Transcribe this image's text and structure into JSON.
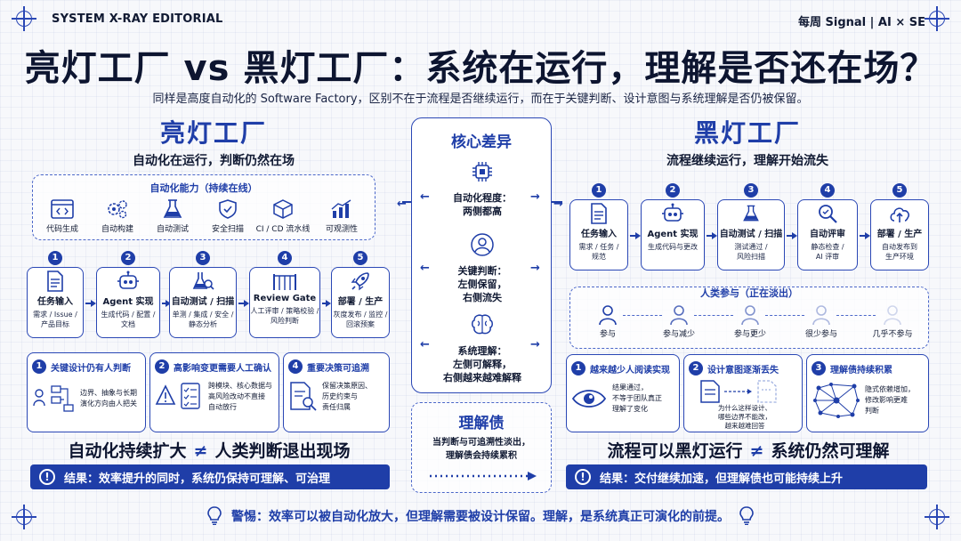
{
  "header": {
    "brand": "SYSTEM X-RAY EDITORIAL",
    "tagline": "每周 Signal | AI × SE",
    "title": "亮灯工厂 vs 黑灯工厂：系统在运行，理解是否还在场？",
    "subtitle": "同样是高度自动化的 Software Factory，区别不在于流程是否继续运行，而在于关键判断、设计意图与系统理解是否仍被保留。"
  },
  "left": {
    "title": "亮灯工厂",
    "subtitle": "自动化在运行，判断仍然在场",
    "capabilities_title": "自动化能力（持续在线）",
    "capabilities": [
      {
        "label": "代码生成",
        "icon": "code-window-icon"
      },
      {
        "label": "自动构建",
        "icon": "gears-icon"
      },
      {
        "label": "自动测试",
        "icon": "flask-icon"
      },
      {
        "label": "安全扫描",
        "icon": "shield-icon"
      },
      {
        "label": "CI / CD 流水线",
        "icon": "cube-icon"
      },
      {
        "label": "可观测性",
        "icon": "chart-icon"
      }
    ],
    "steps": [
      {
        "num": "1",
        "title": "任务输入",
        "desc": "需求 / Issue /\n产品目标",
        "icon": "document-icon"
      },
      {
        "num": "2",
        "title": "Agent 实现",
        "desc": "生成代码 / 配置 /\n文档",
        "icon": "robot-icon"
      },
      {
        "num": "3",
        "title": "自动测试 / 扫描",
        "desc": "单测 / 集成 / 安全 /\n静态分析",
        "icon": "flask-search-icon"
      },
      {
        "num": "4",
        "title": "Review Gate",
        "desc": "人工评审 / 策略校验 /\n风险判断",
        "icon": "gate-icon"
      },
      {
        "num": "5",
        "title": "部署 / 生产",
        "desc": "灰度发布 / 监控 /\n回滚预案",
        "icon": "rocket-icon"
      }
    ],
    "cards": [
      {
        "num": "1",
        "title": "关键设计仍有人判断",
        "body": "边界、抽象与长期\n演化方向由人把关",
        "icon": "flowchart-icon"
      },
      {
        "num": "2",
        "title": "高影响变更需要人工确认",
        "body": "跨模块、核心数据与\n高风险改动不直接\n自动放行",
        "icon": "warning-checklist-icon"
      },
      {
        "num": "4",
        "title": "重要决策可追溯",
        "body": "保留决策原因、\n历史约束与\n责任归属",
        "icon": "document-search-icon"
      }
    ],
    "statement_a": "自动化持续扩大",
    "neq": "≠",
    "statement_b": "人类判断退出现场",
    "result": "结果：效率提升的同时，系统仍保持可理解、可治理"
  },
  "center": {
    "title": "核心差异",
    "items": [
      {
        "label": "自动化程度：\n两侧都高",
        "icon": "chip-icon"
      },
      {
        "label": "关键判断：\n左侧保留，\n右侧流失",
        "icon": "person-icon"
      },
      {
        "label": "系统理解：\n左侧可解释，\n右侧越来越难解释",
        "icon": "brain-icon"
      }
    ],
    "debt_title": "理解债",
    "debt_body": "当判断与可追溯性淡出，\n理解债会持续累积"
  },
  "right": {
    "title": "黑灯工厂",
    "subtitle": "流程继续运行，理解开始流失",
    "steps": [
      {
        "num": "1",
        "title": "任务输入",
        "desc": "需求 / 任务 /\n规范",
        "icon": "document-icon"
      },
      {
        "num": "2",
        "title": "Agent 实现",
        "desc": "生成代码与更改",
        "icon": "robot-icon"
      },
      {
        "num": "3",
        "title": "自动测试 / 扫描",
        "desc": "测试通过 /\n风险扫描",
        "icon": "flask-icon"
      },
      {
        "num": "4",
        "title": "自动评审",
        "desc": "静态检查 /\nAI 评审",
        "icon": "magnifier-icon"
      },
      {
        "num": "5",
        "title": "部署 / 生产",
        "desc": "自动发布到\n生产环境",
        "icon": "cloud-upload-icon"
      }
    ],
    "human_title": "人类参与（正在淡出）",
    "human_levels": [
      "参与",
      "参与减少",
      "参与更少",
      "很少参与",
      "几乎不参与"
    ],
    "cards": [
      {
        "num": "1",
        "title": "越来越少人阅读实现",
        "body": "结果通过，\n不等于团队真正\n理解了变化",
        "icon": "eye-icon"
      },
      {
        "num": "2",
        "title": "设计意图逐渐丢失",
        "body": "为什么这样设计、\n哪些边界不能改，\n越来越难回答",
        "icon": "fading-document-icon"
      },
      {
        "num": "3",
        "title": "理解债持续积累",
        "body": "隐式依赖增加，\n修改影响更难\n判断",
        "icon": "network-icon"
      }
    ],
    "statement_a": "流程可以黑灯运行",
    "neq": "≠",
    "statement_b": "系统仍然可理解",
    "result": "结果：交付继续加速，但理解债也可能持续上升"
  },
  "footer": {
    "text": "警惕：效率可以被自动化放大，但理解需要被设计保留。理解，是系统真正可演化的前提。"
  }
}
